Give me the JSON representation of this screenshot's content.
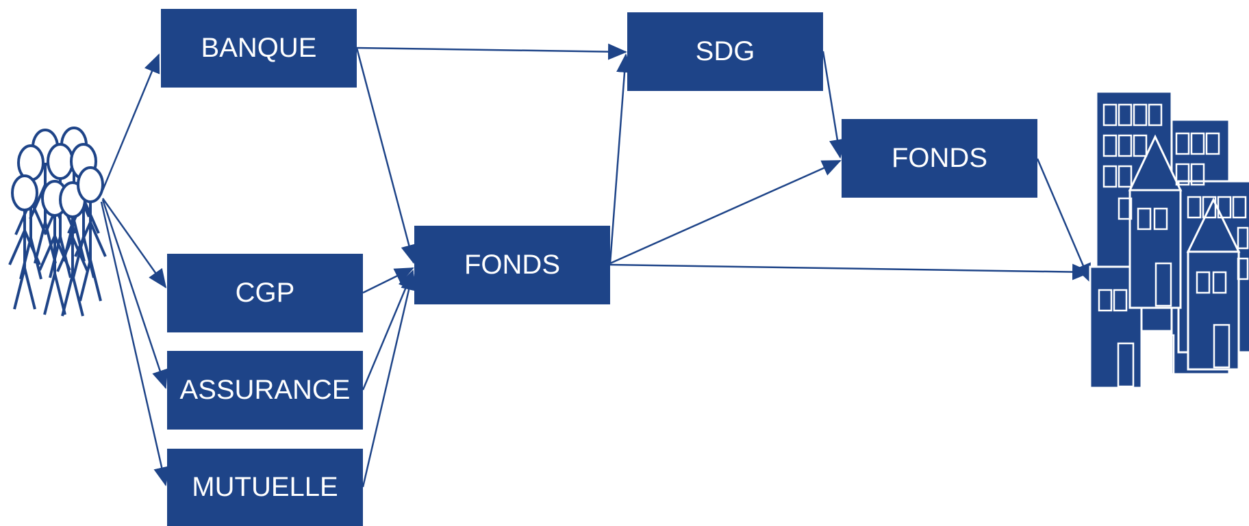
{
  "colors": {
    "primary": "#1e4488",
    "text": "#ffffff",
    "background": "#ffffff"
  },
  "nodes": {
    "banque": "BANQUE",
    "sdg": "SDG",
    "fonds_intermediate": "FONDS",
    "fonds_final": "FONDS",
    "cgp": "CGP",
    "assurance": "ASSURANCE",
    "mutuelle": "MUTUELLE"
  },
  "icons": {
    "investors": "people-group-icon",
    "real_estate": "buildings-icon"
  },
  "edges": [
    {
      "from": "investors",
      "to": "banque"
    },
    {
      "from": "investors",
      "to": "cgp"
    },
    {
      "from": "investors",
      "to": "assurance"
    },
    {
      "from": "investors",
      "to": "mutuelle"
    },
    {
      "from": "banque",
      "to": "sdg"
    },
    {
      "from": "banque",
      "to": "fonds_intermediate"
    },
    {
      "from": "cgp",
      "to": "fonds_intermediate"
    },
    {
      "from": "assurance",
      "to": "fonds_intermediate"
    },
    {
      "from": "mutuelle",
      "to": "fonds_intermediate"
    },
    {
      "from": "fonds_intermediate",
      "to": "sdg"
    },
    {
      "from": "fonds_intermediate",
      "to": "fonds_final"
    },
    {
      "from": "fonds_intermediate",
      "to": "real_estate"
    },
    {
      "from": "sdg",
      "to": "fonds_final"
    },
    {
      "from": "fonds_final",
      "to": "real_estate"
    }
  ]
}
